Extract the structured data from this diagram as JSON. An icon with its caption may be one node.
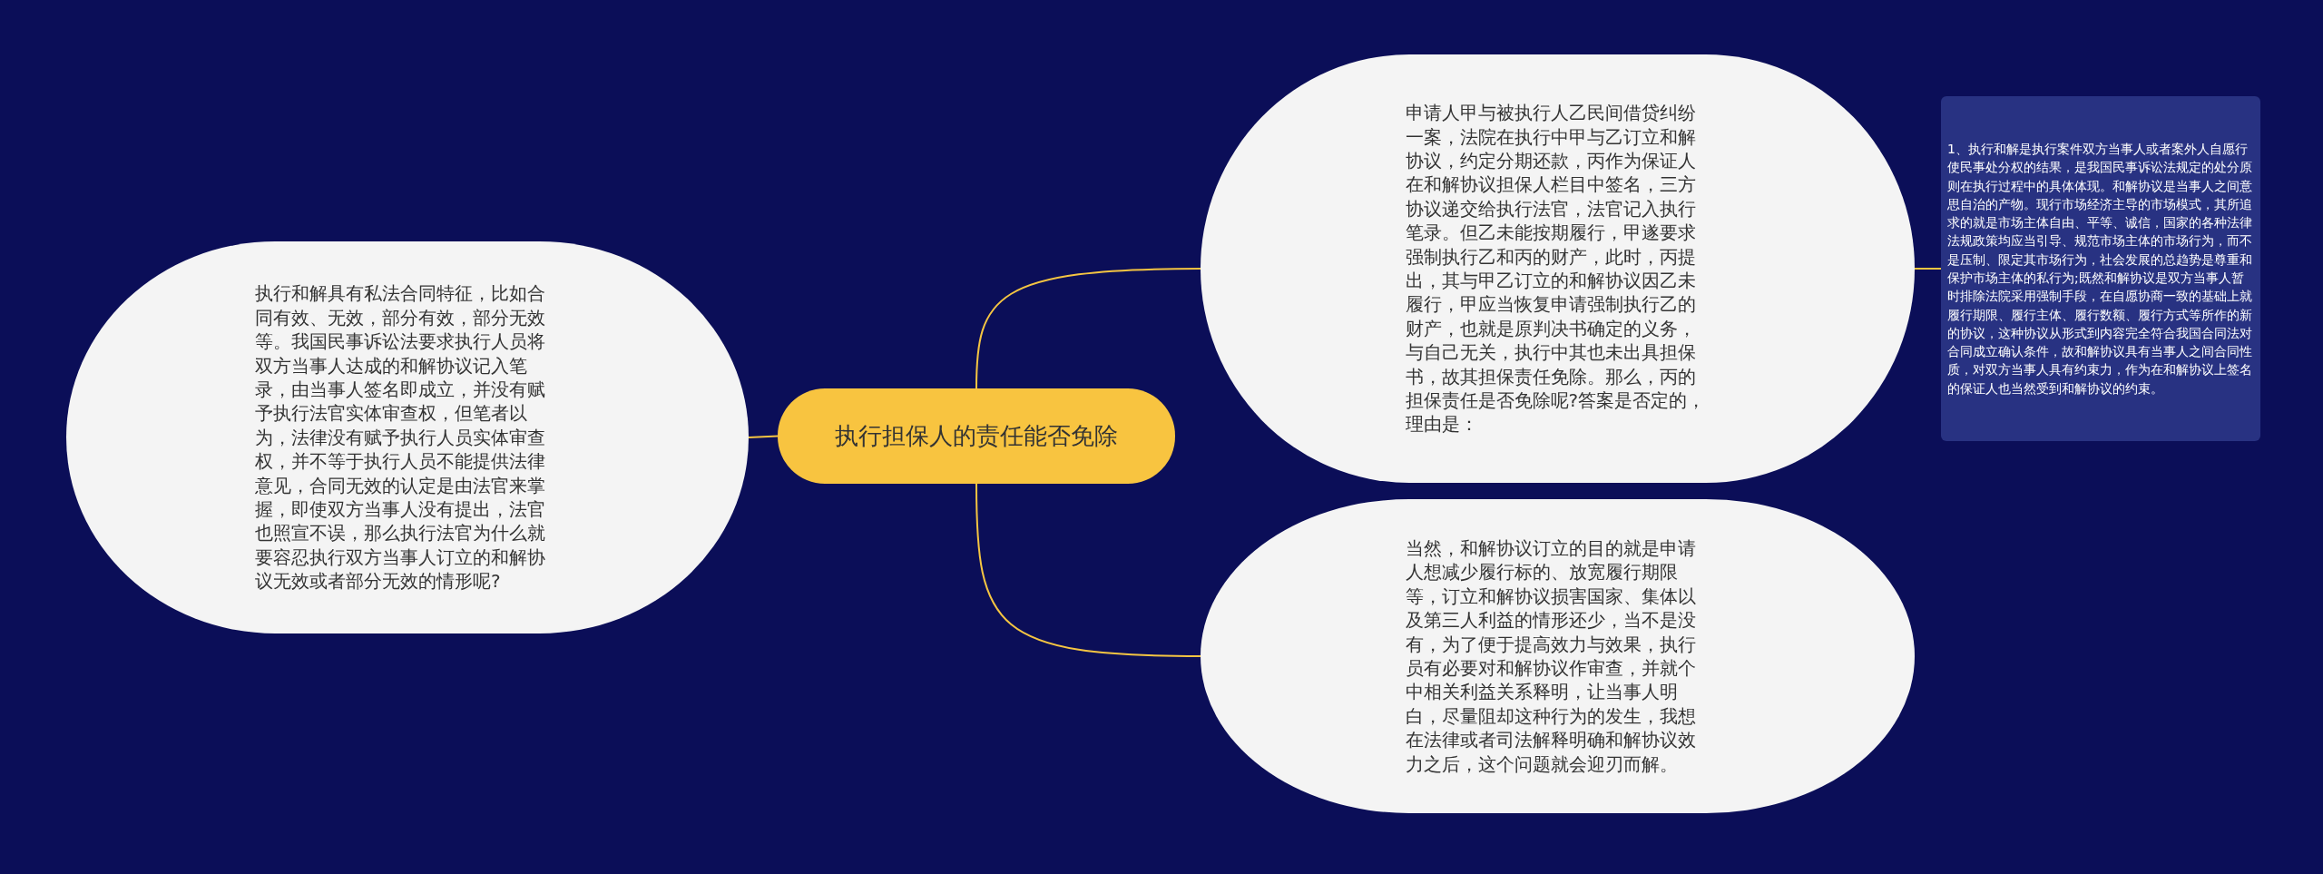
{
  "diagram": {
    "nodes": [
      {
        "text": [
          "执行担保人的责任能否免除"
        ]
      },
      {
        "text": [
          "执行和解具有私法合同特征，比如合同有效、无效，部分有效，部分无效等。我国民事诉讼法要求执行人员将双方当事人达成的和解协议记入笔录，由当事人签名即成立，并没有赋予执行法官实体审查权，但笔者以为，法律没有赋予执行人员实体审查权，并不等于执行人员不能提供法律意见，合同无效的认定是由法官来掌握，即使双方当事人没有提出，法官也照宣不误，那么执行法官为什么就要容忍执行双方当事人订立的和解协议无效或者部分无效的情形呢?"
        ]
      },
      {
        "text": [
          "申请人甲与被执行人乙民间借贷纠纷一案，法院在执行中甲与乙订立和解协议，约定分期还款，丙作为保证人在和解协议担保人栏目中签名，三方协议递交给执行法官，法官记入执行笔录。但乙未能按期履行，甲遂要求强制执行乙和丙的财产，此时，丙提出，其与甲乙订立的和解协议因乙未履行，甲应当恢复申请强制执行乙的财产，也就是原判决书确定的义务，与自己无关，执行中其也未出具担保书，故其担保责任免除。那么，丙的担保责任是否免除呢?答案是否定的，理由是："
        ]
      },
      {
        "text": [
          "1、执行和解是执行案件双方当事人或者案外人自愿行使民事处分权的结果，是我国民事诉讼法规定的处分原则在执行过程中的具体体现。和解协议是当事人之间意思自治的产物。现行市场经济主导的市场模式，其所追求的就是市场主体自由、平等、诚信，国家的各种法律法规政策均应当引导、规范市场主体的市场行为，而不是压制、限定其市场行为，社会发展的总趋势是尊重和保护市场主体的私行为;既然和解协议是双方当事人暂时排除法院采用强制手段，在自愿协商一致的基础上就履行期限、履行主体、履行数额、履行方式等所作的新的协议，这种协议从形式到内容完全符合我国合同法对合同成立确认条件，故和解协议具有当事人之间合同性质，对双方当事人具有约束力，作为在和解协议上签名的保证人也当然受到和解协议的约束。"
        ]
      },
      {
        "text": [
          "当然，和解协议订立的目的就是申请人想减少履行标的、放宽履行期限等，订立和解协议损害国家、集体以及第三人利益的情形还少，当不是没有，为了便于提高效力与效果，执行员有必要对和解协议作审查，并就个中相关利益关系释明，让当事人明白，尽量阻却这种行为的发生，我想在法律或者司法解释明确和解协议效力之后，这个问题就会迎刃而解。"
        ]
      }
    ],
    "edges": [
      {
        "from": 0,
        "to": 1,
        "arrow": "none"
      },
      {
        "from": 0,
        "to": 2,
        "arrow": "none"
      },
      {
        "from": 2,
        "to": 3,
        "arrow": "none"
      },
      {
        "from": 0,
        "to": 4,
        "arrow": "none"
      }
    ]
  }
}
